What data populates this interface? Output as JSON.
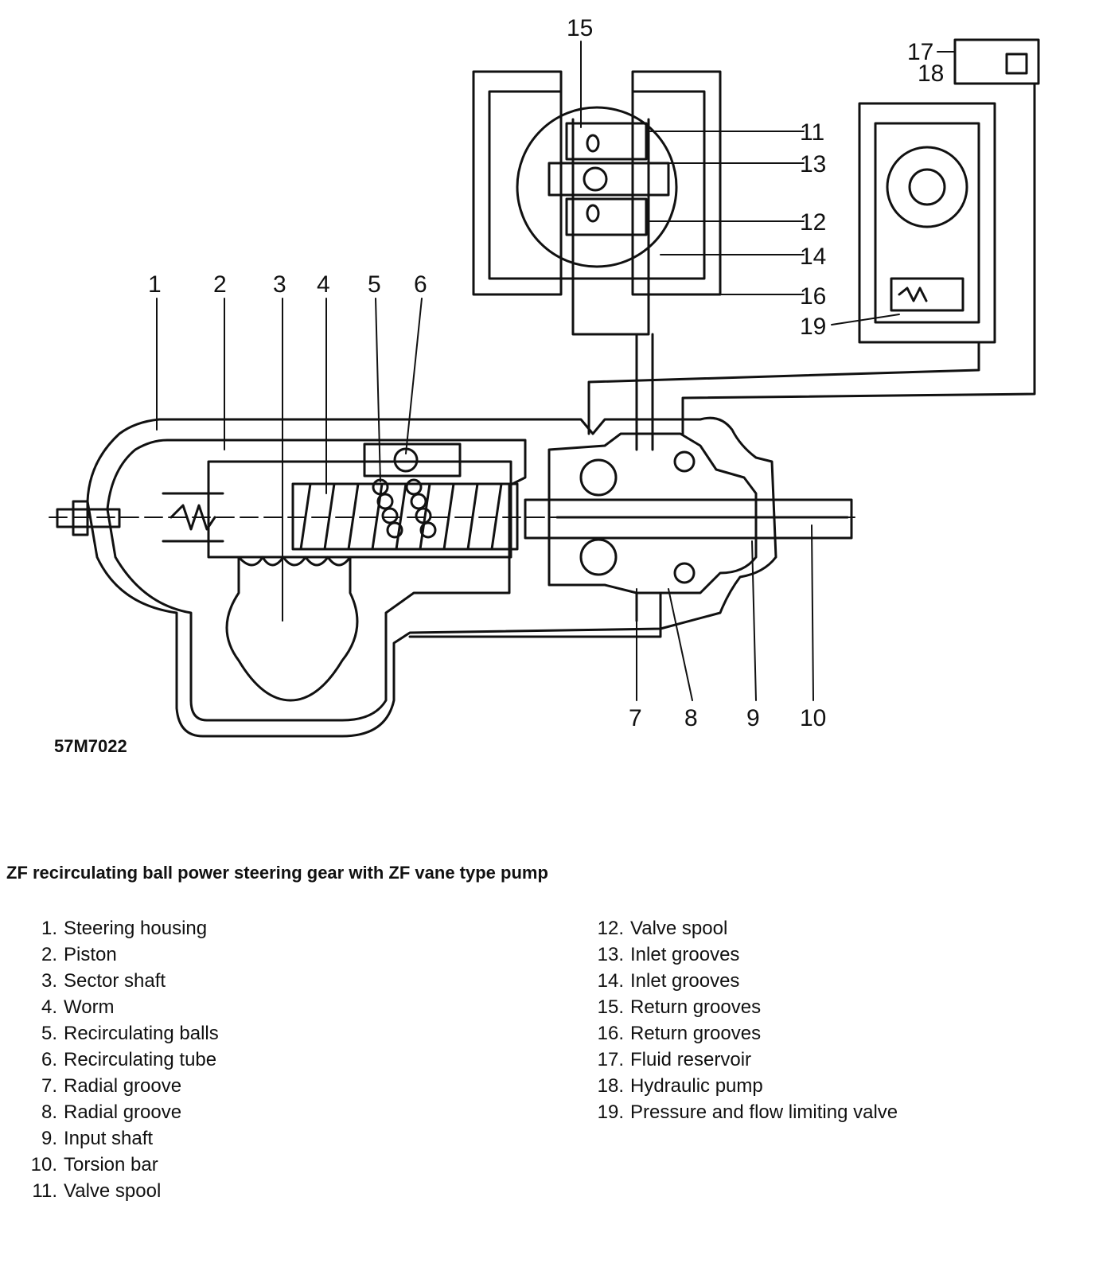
{
  "figure_code": "57M7022",
  "title": "ZF recirculating ball power steering gear with ZF vane type pump",
  "callouts": [
    "1",
    "2",
    "3",
    "4",
    "5",
    "6",
    "7",
    "8",
    "9",
    "10",
    "11",
    "12",
    "13",
    "14",
    "15",
    "16",
    "17",
    "18",
    "19"
  ],
  "legend": [
    {
      "num": "1.",
      "label": "Steering housing"
    },
    {
      "num": "2.",
      "label": "Piston"
    },
    {
      "num": "3.",
      "label": "Sector shaft"
    },
    {
      "num": "4.",
      "label": "Worm"
    },
    {
      "num": "5.",
      "label": "Recirculating balls"
    },
    {
      "num": "6.",
      "label": "Recirculating tube"
    },
    {
      "num": "7.",
      "label": "Radial groove"
    },
    {
      "num": "8.",
      "label": "Radial groove"
    },
    {
      "num": "9.",
      "label": "Input shaft"
    },
    {
      "num": "10.",
      "label": "Torsion bar"
    },
    {
      "num": "11.",
      "label": "Valve spool"
    },
    {
      "num": "12.",
      "label": "Valve spool"
    },
    {
      "num": "13.",
      "label": "Inlet grooves"
    },
    {
      "num": "14.",
      "label": "Inlet grooves"
    },
    {
      "num": "15.",
      "label": "Return grooves"
    },
    {
      "num": "16.",
      "label": "Return grooves"
    },
    {
      "num": "17.",
      "label": "Fluid reservoir"
    },
    {
      "num": "18.",
      "label": "Hydraulic pump"
    },
    {
      "num": "19.",
      "label": "Pressure and flow limiting valve"
    }
  ]
}
